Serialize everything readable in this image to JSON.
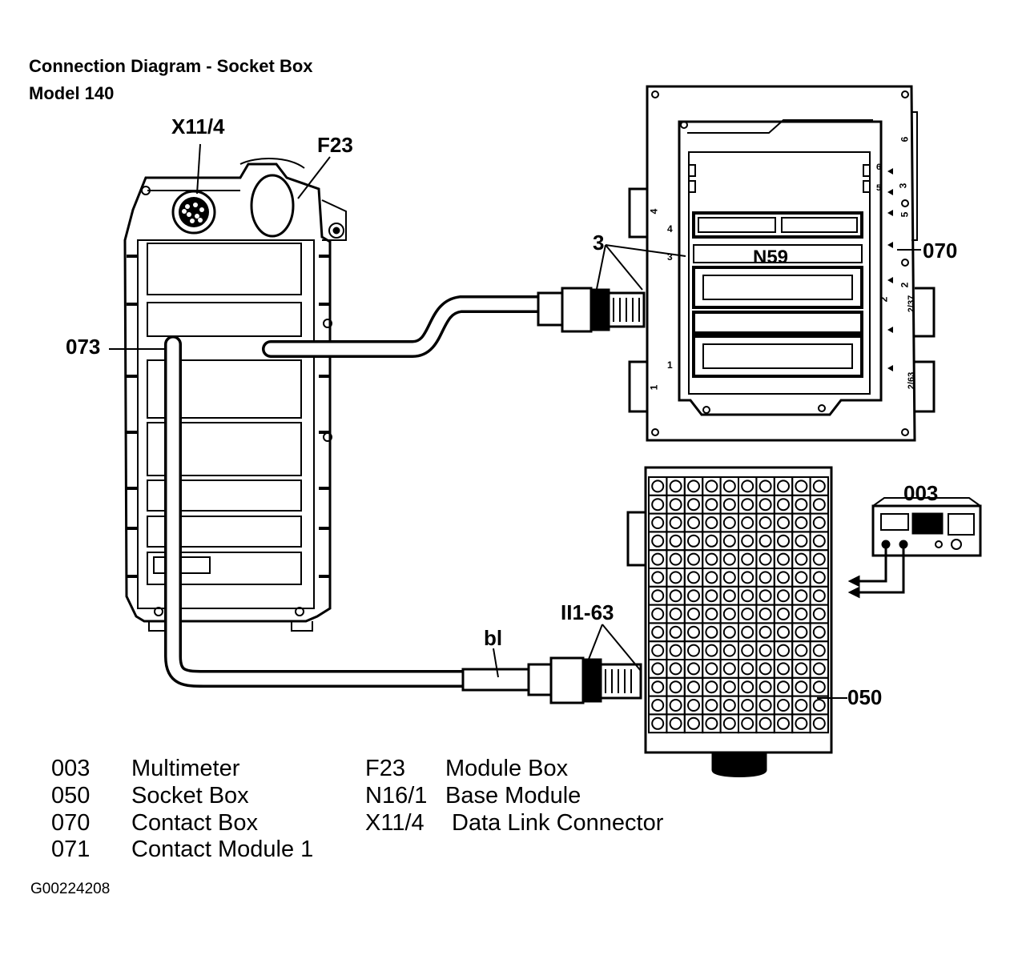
{
  "title": {
    "line1": "Connection Diagram - Socket Box",
    "line2": "Model 140"
  },
  "callouts": {
    "x11_4": "X11/4",
    "f23": "F23",
    "c073": "073",
    "c3": "3",
    "n59": "N59",
    "c070": "070",
    "c003": "003",
    "ii1_63": "II1-63",
    "bl": "bl",
    "c050": "050"
  },
  "contact_box_marks": {
    "pos1": "1",
    "pos2": "2",
    "pos3": "3",
    "pos4": "4",
    "pos5": "5",
    "pos6": "6",
    "pin1": "1",
    "pin2": "2",
    "pin3": "3",
    "pin4": "4",
    "pin5": "5",
    "pin6": "6",
    "range1": "2/37",
    "range2": "2/63"
  },
  "legend": [
    {
      "code": "003",
      "label": "Multimeter"
    },
    {
      "code": "050",
      "label": "Socket Box"
    },
    {
      "code": "070",
      "label": "Contact Box"
    },
    {
      "code": "071",
      "label": "Contact Module 1"
    },
    {
      "code": "F23",
      "label": "Module Box"
    },
    {
      "code": "N16/1",
      "label": "Base Module"
    },
    {
      "code": "X11/4",
      "label": "Data Link Connector"
    }
  ],
  "figure_code": "G00224208",
  "socket_box": {
    "rows": 14,
    "cols": 10
  }
}
